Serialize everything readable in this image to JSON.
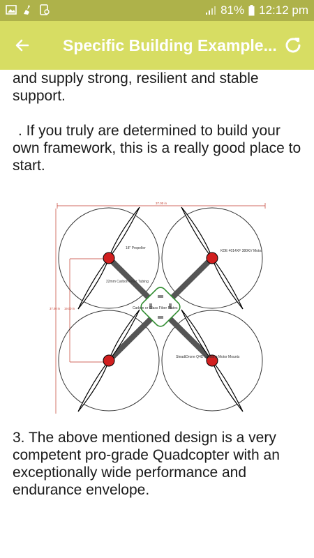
{
  "status_bar": {
    "icons": [
      "gallery-icon",
      "broom-icon",
      "phone-storage-icon"
    ],
    "signal": "signal-icon",
    "battery_percent": "81%",
    "time": "12:12 pm"
  },
  "app_bar": {
    "title": "Specific Building Example...",
    "back_icon": "arrow-left-icon",
    "refresh_icon": "refresh-icon"
  },
  "content": {
    "para1": "and supply strong, resilient and stable support.",
    "para2": ". If you truly are determined to build your own framework, this is a really good place to start.",
    "para3": "3. The above mentioned design is a very competent pro-grade Quadcopter with an exceptionally wide performance and endurance envelope."
  },
  "diagram": {
    "dimension_top": "37.00 in",
    "dimension_left": "37.00 in",
    "dimension_left2": "19.00 in",
    "labels": {
      "propeller": "18\" Propeller",
      "motor": "KDE 4014XF 380KV Motor",
      "tubing": "22mm Carbon Fiber Tubing",
      "plates": "Carbon or Glass Fiber Plates",
      "mounts": "SteadiDrone Q4D Isolating Motor Mounts"
    }
  }
}
